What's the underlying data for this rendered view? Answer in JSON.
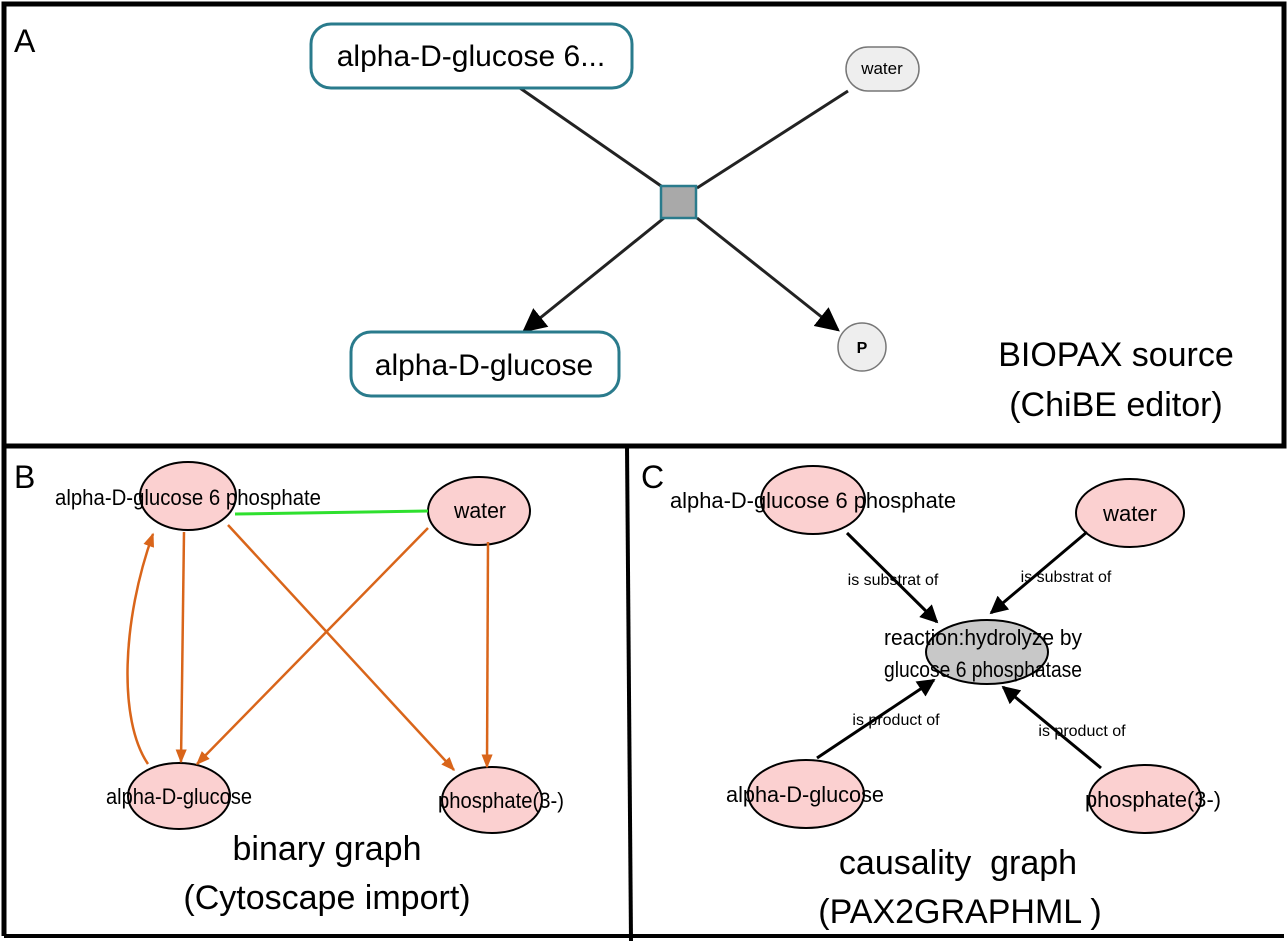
{
  "colors": {
    "frame": "#000000",
    "biopax_node_border": "#2a7b8c",
    "reaction_fill": "#a9a9a9",
    "pink_node_fill": "#fbd0d0",
    "gray_node_fill": "#c8c8c8",
    "binary_edge_orange": "#d9651a",
    "binary_edge_green": "#2ee02e",
    "black": "#000000"
  },
  "panel_a": {
    "letter": "A",
    "caption_line1": "BIOPAX source",
    "caption_line2": "(ChiBE editor)",
    "nodes": {
      "g6p": "alpha-D-glucose 6...",
      "water": "water",
      "glucose": "alpha-D-glucose",
      "phosphate": "P"
    }
  },
  "panel_b": {
    "letter": "B",
    "caption_line1": "binary graph",
    "caption_line2": "(Cytoscape import)",
    "nodes": {
      "g6p": "alpha-D-glucose 6 phosphate",
      "water": "water",
      "glucose": "alpha-D-glucose",
      "phosphate": "phosphate(3-)"
    }
  },
  "panel_c": {
    "letter": "C",
    "caption_line1": "causality  graph",
    "caption_line2": "(PAX2GRAPHML )",
    "nodes": {
      "g6p": "alpha-D-glucose 6 phosphate",
      "water": "water",
      "reaction_line1": "reaction:hydrolyze by",
      "reaction_line2": "glucose 6 phosphatase",
      "glucose": "alpha-D-glucose",
      "phosphate": "phosphate(3-)"
    },
    "edges": {
      "g6p": "is substrat of",
      "water": "is substrat of",
      "glucose": "is product of",
      "phosphate": "is product of"
    }
  }
}
